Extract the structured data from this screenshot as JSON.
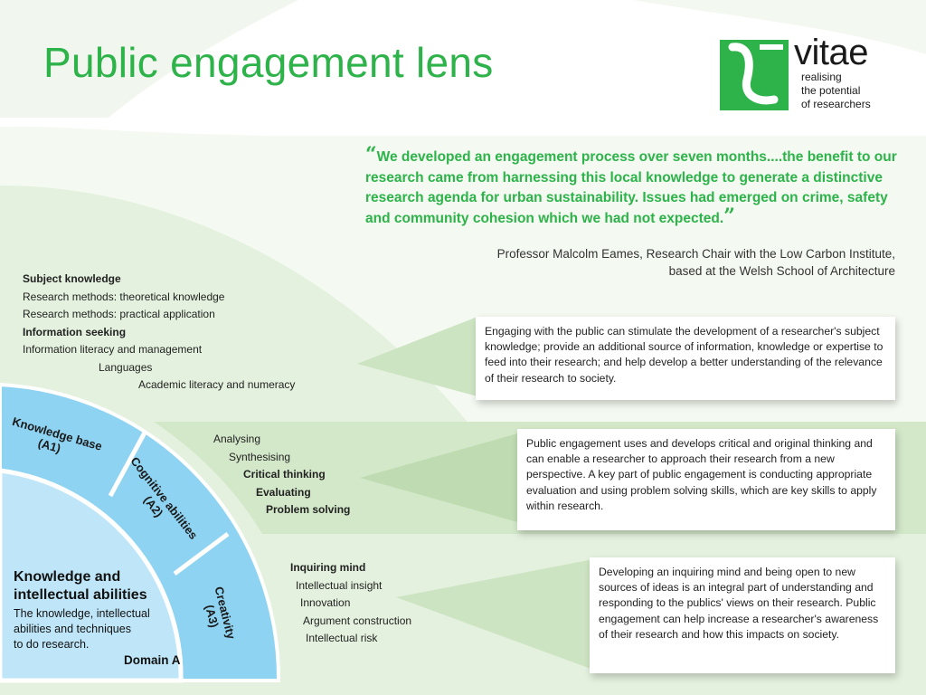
{
  "title": "Public engagement lens",
  "logo": {
    "word": "vitae",
    "tagline": [
      "realising",
      "the potential",
      "of researchers"
    ]
  },
  "quote": {
    "open_mark": "“",
    "text": "We developed an engagement process over seven months....the benefit to our research came from harnessing this local knowledge to generate a distinctive research agenda for urban sustainability. Issues had emerged on crime, safety and community cohesion which we had not expected.",
    "close_mark": "”",
    "attribution_line1": "Professor Malcolm Eames, Research Chair with the Low Carbon Institute,",
    "attribution_line2": "based at the Welsh School of Architecture"
  },
  "a1_list": {
    "heading1": "Subject knowledge",
    "item1": "Research methods: theoretical knowledge",
    "item2": "Research methods: practical application",
    "heading2": "Information seeking",
    "item3": "Information literacy and management",
    "item4": "Languages",
    "item5": "Academic literacy and numeracy"
  },
  "a2_list": [
    "Analysing",
    "Synthesising",
    "Critical thinking",
    "Evaluating",
    "Problem solving"
  ],
  "a3_list": {
    "heading": "Inquiring mind",
    "items": [
      "Intellectual insight",
      "Innovation",
      "Argument construction",
      "Intellectual risk"
    ]
  },
  "cards": [
    "Engaging with the public can stimulate the development of a researcher's subject knowledge; provide an additional source of information, knowledge or expertise to feed into their research; and help develop a better understanding of the relevance of their research to society.",
    "Public engagement uses and develops critical and original thinking and can enable a researcher to approach their research from a new perspective. A key part of public engagement is conducting appropriate evaluation and using problem solving skills, which are key skills to apply within research.",
    "Developing an inquiring mind and being open to new sources of ideas is an integral part of understanding and responding to the publics' views on their research. Public engagement can help increase a researcher's awareness of their research and how this impacts on society."
  ],
  "rings": {
    "a1_line1": "Knowledge base",
    "a1_line2": "(A1)",
    "a2_line1": "Cognitive abilities",
    "a2_line2": "(A2)",
    "a3_line1": "Creativity",
    "a3_line2": "(A3)"
  },
  "domain": {
    "heading_line1": "Knowledge and",
    "heading_line2": "intellectual abilities",
    "desc_line1": "The knowledge, intellectual",
    "desc_line2": "abilities and techniques",
    "desc_line3": "to do research.",
    "tag": "Domain A"
  },
  "colors": {
    "title_green": "#2db34a",
    "panel_green": "#e4f1de",
    "band_green": "#d3e8c9",
    "ring_blue": "#8fd3f2",
    "ring_blue_light": "#bfe6f8"
  }
}
